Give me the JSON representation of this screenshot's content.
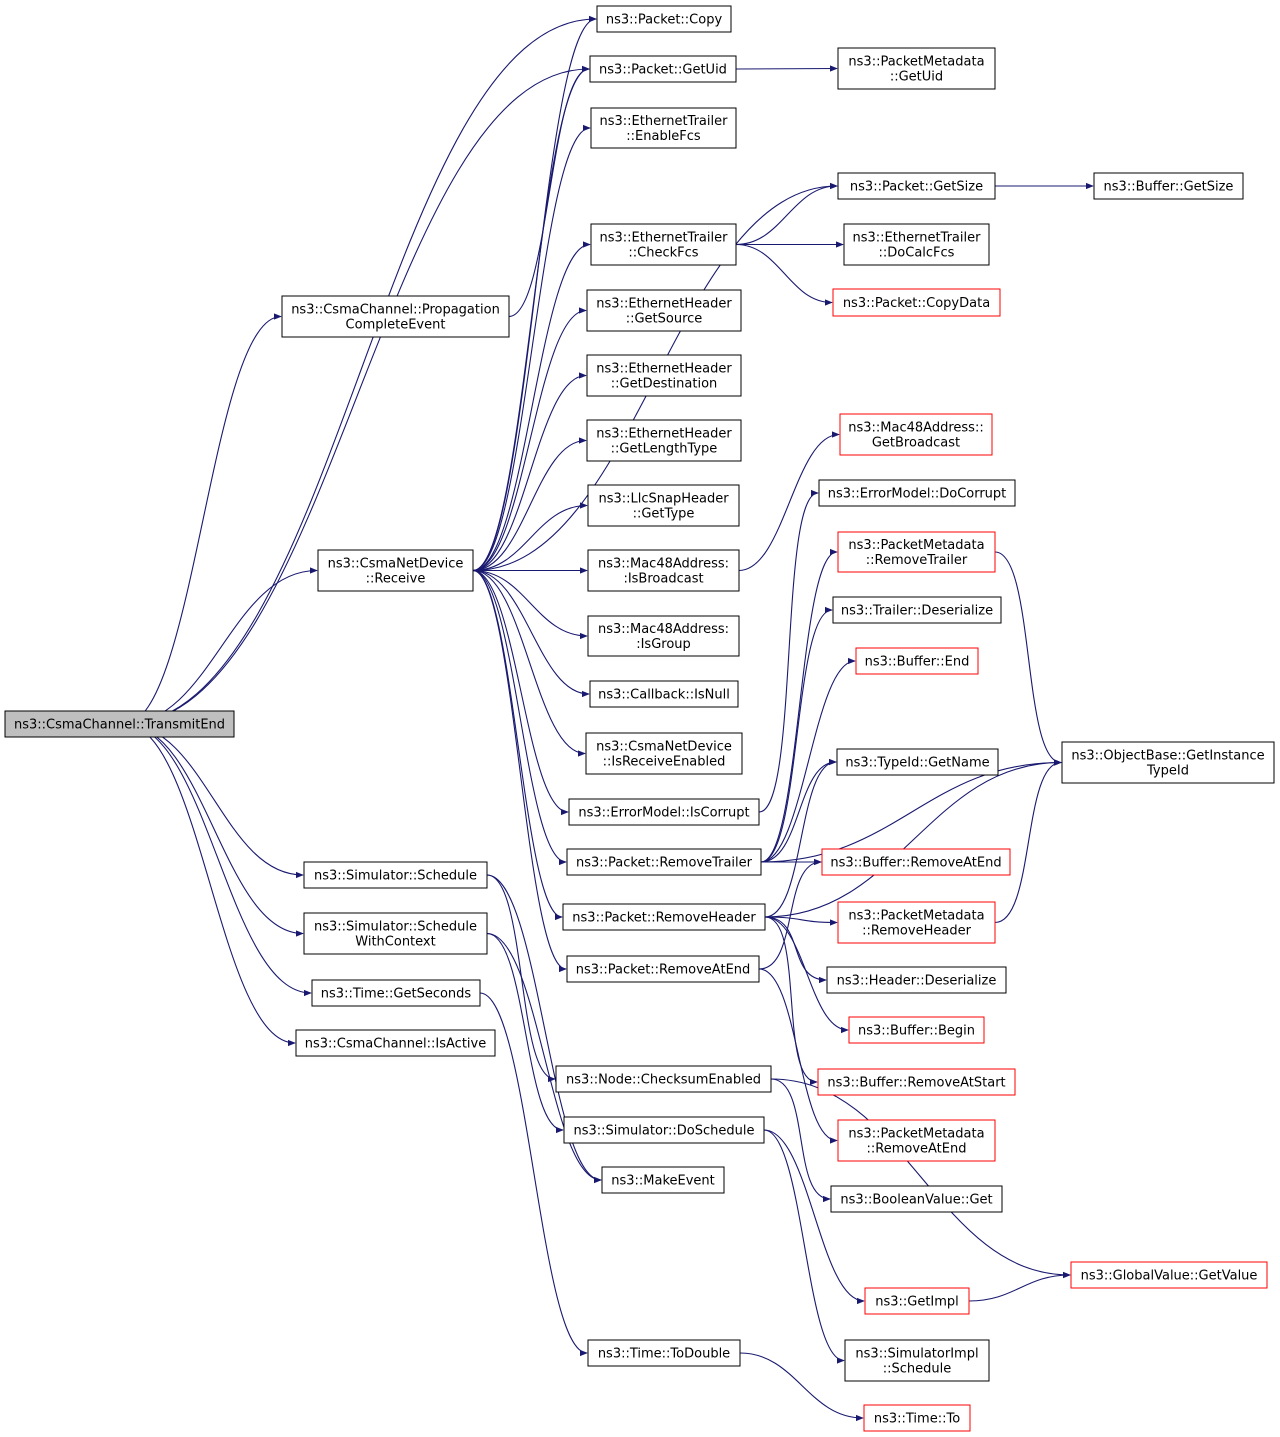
{
  "colors": {
    "edge": "#191970",
    "node_border": "#000000",
    "truncated_border": "#ff0000",
    "root_fill": "#bfbfbf",
    "node_fill": "#ffffff"
  },
  "nodes": [
    {
      "id": "transmitend",
      "lines": [
        "ns3::CsmaChannel::TransmitEnd"
      ],
      "root": true
    },
    {
      "id": "packet-copy",
      "lines": [
        "ns3::Packet::Copy"
      ]
    },
    {
      "id": "packet-getuid",
      "lines": [
        "ns3::Packet::GetUid"
      ]
    },
    {
      "id": "metadata-getuid",
      "lines": [
        "ns3::PacketMetadata",
        "::GetUid"
      ]
    },
    {
      "id": "trailer-enablefcs",
      "lines": [
        "ns3::EthernetTrailer",
        "::EnableFcs"
      ]
    },
    {
      "id": "packet-getsize",
      "lines": [
        "ns3::Packet::GetSize"
      ]
    },
    {
      "id": "buffer-getsize",
      "lines": [
        "ns3::Buffer::GetSize"
      ]
    },
    {
      "id": "trailer-checkfcs",
      "lines": [
        "ns3::EthernetTrailer",
        "::CheckFcs"
      ]
    },
    {
      "id": "trailer-docalcfcs",
      "lines": [
        "ns3::EthernetTrailer",
        "::DoCalcFcs"
      ]
    },
    {
      "id": "packet-copydata",
      "lines": [
        "ns3::Packet::CopyData"
      ],
      "truncated": true
    },
    {
      "id": "propagation",
      "lines": [
        "ns3::CsmaChannel::Propagation",
        "CompleteEvent"
      ]
    },
    {
      "id": "header-getsource",
      "lines": [
        "ns3::EthernetHeader",
        "::GetSource"
      ]
    },
    {
      "id": "header-getdestination",
      "lines": [
        "ns3::EthernetHeader",
        "::GetDestination"
      ]
    },
    {
      "id": "header-getlengthtype",
      "lines": [
        "ns3::EthernetHeader",
        "::GetLengthType"
      ]
    },
    {
      "id": "mac48-getbroadcast",
      "lines": [
        "ns3::Mac48Address::",
        "GetBroadcast"
      ],
      "truncated": true
    },
    {
      "id": "llcsnap-gettype",
      "lines": [
        "ns3::LlcSnapHeader",
        "::GetType"
      ]
    },
    {
      "id": "errormodel-docorrupt",
      "lines": [
        "ns3::ErrorModel::DoCorrupt"
      ]
    },
    {
      "id": "device-receive",
      "lines": [
        "ns3::CsmaNetDevice",
        "::Receive"
      ]
    },
    {
      "id": "mac48-isbroadcast",
      "lines": [
        "ns3::Mac48Address:",
        ":IsBroadcast"
      ]
    },
    {
      "id": "metadata-removetrailer",
      "lines": [
        "ns3::PacketMetadata",
        "::RemoveTrailer"
      ],
      "truncated": true
    },
    {
      "id": "trailer-deserialize",
      "lines": [
        "ns3::Trailer::Deserialize"
      ]
    },
    {
      "id": "mac48-isgroup",
      "lines": [
        "ns3::Mac48Address:",
        ":IsGroup"
      ]
    },
    {
      "id": "buffer-end",
      "lines": [
        "ns3::Buffer::End"
      ],
      "truncated": true
    },
    {
      "id": "callback-isnull",
      "lines": [
        "ns3::Callback::IsNull"
      ]
    },
    {
      "id": "device-isreceiveenabled",
      "lines": [
        "ns3::CsmaNetDevice",
        "::IsReceiveEnabled"
      ]
    },
    {
      "id": "typeid-getname",
      "lines": [
        "ns3::TypeId::GetName"
      ]
    },
    {
      "id": "objectbase-getinstancetypeid",
      "lines": [
        "ns3::ObjectBase::GetInstance",
        "TypeId"
      ]
    },
    {
      "id": "errormodel-iscorrupt",
      "lines": [
        "ns3::ErrorModel::IsCorrupt"
      ]
    },
    {
      "id": "packet-removetrailer",
      "lines": [
        "ns3::Packet::RemoveTrailer"
      ]
    },
    {
      "id": "buffer-removeatend",
      "lines": [
        "ns3::Buffer::RemoveAtEnd"
      ],
      "truncated": true
    },
    {
      "id": "simulator-schedule",
      "lines": [
        "ns3::Simulator::Schedule"
      ]
    },
    {
      "id": "packet-removeheader",
      "lines": [
        "ns3::Packet::RemoveHeader"
      ]
    },
    {
      "id": "metadata-removeheader",
      "lines": [
        "ns3::PacketMetadata",
        "::RemoveHeader"
      ],
      "truncated": true
    },
    {
      "id": "simulator-schedulewithcontext",
      "lines": [
        "ns3::Simulator::Schedule",
        "WithContext"
      ]
    },
    {
      "id": "packet-removeatend",
      "lines": [
        "ns3::Packet::RemoveAtEnd"
      ]
    },
    {
      "id": "header-deserialize",
      "lines": [
        "ns3::Header::Deserialize"
      ]
    },
    {
      "id": "time-getseconds",
      "lines": [
        "ns3::Time::GetSeconds"
      ]
    },
    {
      "id": "buffer-begin",
      "lines": [
        "ns3::Buffer::Begin"
      ],
      "truncated": true
    },
    {
      "id": "channel-isactive",
      "lines": [
        "ns3::CsmaChannel::IsActive"
      ]
    },
    {
      "id": "node-checksumenabled",
      "lines": [
        "ns3::Node::ChecksumEnabled"
      ]
    },
    {
      "id": "buffer-removeatstart",
      "lines": [
        "ns3::Buffer::RemoveAtStart"
      ],
      "truncated": true
    },
    {
      "id": "simulator-doschedule",
      "lines": [
        "ns3::Simulator::DoSchedule"
      ]
    },
    {
      "id": "metadata-removeatend",
      "lines": [
        "ns3::PacketMetadata",
        "::RemoveAtEnd"
      ],
      "truncated": true
    },
    {
      "id": "makeevent",
      "lines": [
        "ns3::MakeEvent"
      ]
    },
    {
      "id": "booleanvalue-get",
      "lines": [
        "ns3::BooleanValue::Get"
      ]
    },
    {
      "id": "globalvalue-getvalue",
      "lines": [
        "ns3::GlobalValue::GetValue"
      ],
      "truncated": true
    },
    {
      "id": "getimpl",
      "lines": [
        "ns3::GetImpl"
      ],
      "truncated": true
    },
    {
      "id": "simulatorimpl-schedule",
      "lines": [
        "ns3::SimulatorImpl",
        "::Schedule"
      ]
    },
    {
      "id": "time-todouble",
      "lines": [
        "ns3::Time::ToDouble"
      ]
    },
    {
      "id": "time-to",
      "lines": [
        "ns3::Time::To"
      ],
      "truncated": true
    }
  ],
  "edges": [
    [
      "transmitend",
      "packet-copy"
    ],
    [
      "transmitend",
      "packet-getuid"
    ],
    [
      "transmitend",
      "propagation"
    ],
    [
      "transmitend",
      "device-receive"
    ],
    [
      "transmitend",
      "simulator-schedule"
    ],
    [
      "transmitend",
      "simulator-schedulewithcontext"
    ],
    [
      "transmitend",
      "time-getseconds"
    ],
    [
      "transmitend",
      "channel-isactive"
    ],
    [
      "packet-getuid",
      "metadata-getuid"
    ],
    [
      "packet-getsize",
      "buffer-getsize"
    ],
    [
      "trailer-checkfcs",
      "packet-getsize"
    ],
    [
      "trailer-checkfcs",
      "trailer-docalcfcs"
    ],
    [
      "trailer-checkfcs",
      "packet-copydata"
    ],
    [
      "propagation",
      "packet-getuid"
    ],
    [
      "device-receive",
      "packet-copy"
    ],
    [
      "device-receive",
      "packet-getuid"
    ],
    [
      "device-receive",
      "trailer-enablefcs"
    ],
    [
      "device-receive",
      "packet-getsize"
    ],
    [
      "device-receive",
      "trailer-checkfcs"
    ],
    [
      "device-receive",
      "header-getsource"
    ],
    [
      "device-receive",
      "header-getdestination"
    ],
    [
      "device-receive",
      "header-getlengthtype"
    ],
    [
      "device-receive",
      "llcsnap-gettype"
    ],
    [
      "device-receive",
      "mac48-isbroadcast"
    ],
    [
      "device-receive",
      "mac48-isgroup"
    ],
    [
      "device-receive",
      "callback-isnull"
    ],
    [
      "device-receive",
      "device-isreceiveenabled"
    ],
    [
      "device-receive",
      "errormodel-iscorrupt"
    ],
    [
      "device-receive",
      "packet-removetrailer"
    ],
    [
      "device-receive",
      "packet-removeheader"
    ],
    [
      "device-receive",
      "packet-removeatend"
    ],
    [
      "mac48-isbroadcast",
      "mac48-getbroadcast"
    ],
    [
      "errormodel-iscorrupt",
      "errormodel-docorrupt"
    ],
    [
      "packet-removetrailer",
      "metadata-removetrailer"
    ],
    [
      "packet-removetrailer",
      "trailer-deserialize"
    ],
    [
      "packet-removetrailer",
      "buffer-end"
    ],
    [
      "packet-removetrailer",
      "typeid-getname"
    ],
    [
      "packet-removetrailer",
      "objectbase-getinstancetypeid"
    ],
    [
      "packet-removetrailer",
      "buffer-removeatend"
    ],
    [
      "metadata-removetrailer",
      "objectbase-getinstancetypeid"
    ],
    [
      "packet-removeheader",
      "typeid-getname"
    ],
    [
      "packet-removeheader",
      "objectbase-getinstancetypeid"
    ],
    [
      "packet-removeheader",
      "metadata-removeheader"
    ],
    [
      "packet-removeheader",
      "header-deserialize"
    ],
    [
      "packet-removeheader",
      "buffer-begin"
    ],
    [
      "packet-removeheader",
      "buffer-removeatstart"
    ],
    [
      "metadata-removeheader",
      "objectbase-getinstancetypeid"
    ],
    [
      "packet-removeatend",
      "buffer-removeatend"
    ],
    [
      "packet-removeatend",
      "metadata-removeatend"
    ],
    [
      "simulator-schedule",
      "node-checksumenabled"
    ],
    [
      "simulator-schedule",
      "makeevent"
    ],
    [
      "simulator-schedulewithcontext",
      "simulator-doschedule"
    ],
    [
      "simulator-schedulewithcontext",
      "makeevent"
    ],
    [
      "time-getseconds",
      "time-todouble"
    ],
    [
      "node-checksumenabled",
      "booleanvalue-get"
    ],
    [
      "node-checksumenabled",
      "globalvalue-getvalue"
    ],
    [
      "simulator-doschedule",
      "getimpl"
    ],
    [
      "simulator-doschedule",
      "simulatorimpl-schedule"
    ],
    [
      "getimpl",
      "globalvalue-getvalue"
    ],
    [
      "time-todouble",
      "time-to"
    ]
  ]
}
